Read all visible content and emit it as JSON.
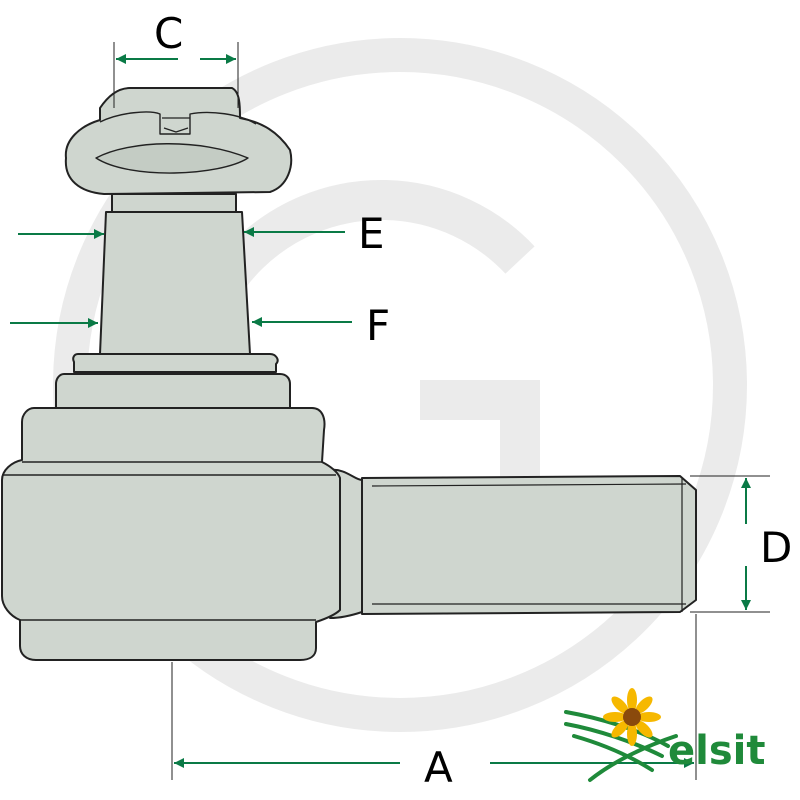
{
  "labels": {
    "a": "A",
    "c": "C",
    "d": "D",
    "e": "E",
    "f": "F"
  },
  "logo": {
    "text": "elsit",
    "icon": "sunflower-icon"
  },
  "colors": {
    "part_fill": "#cfd6cf",
    "part_stroke": "#222222",
    "arrow": "#0a7a46",
    "watermark": "#ebebeb",
    "logo_green": "#1f8a3a",
    "logo_yellow": "#f6b800"
  }
}
